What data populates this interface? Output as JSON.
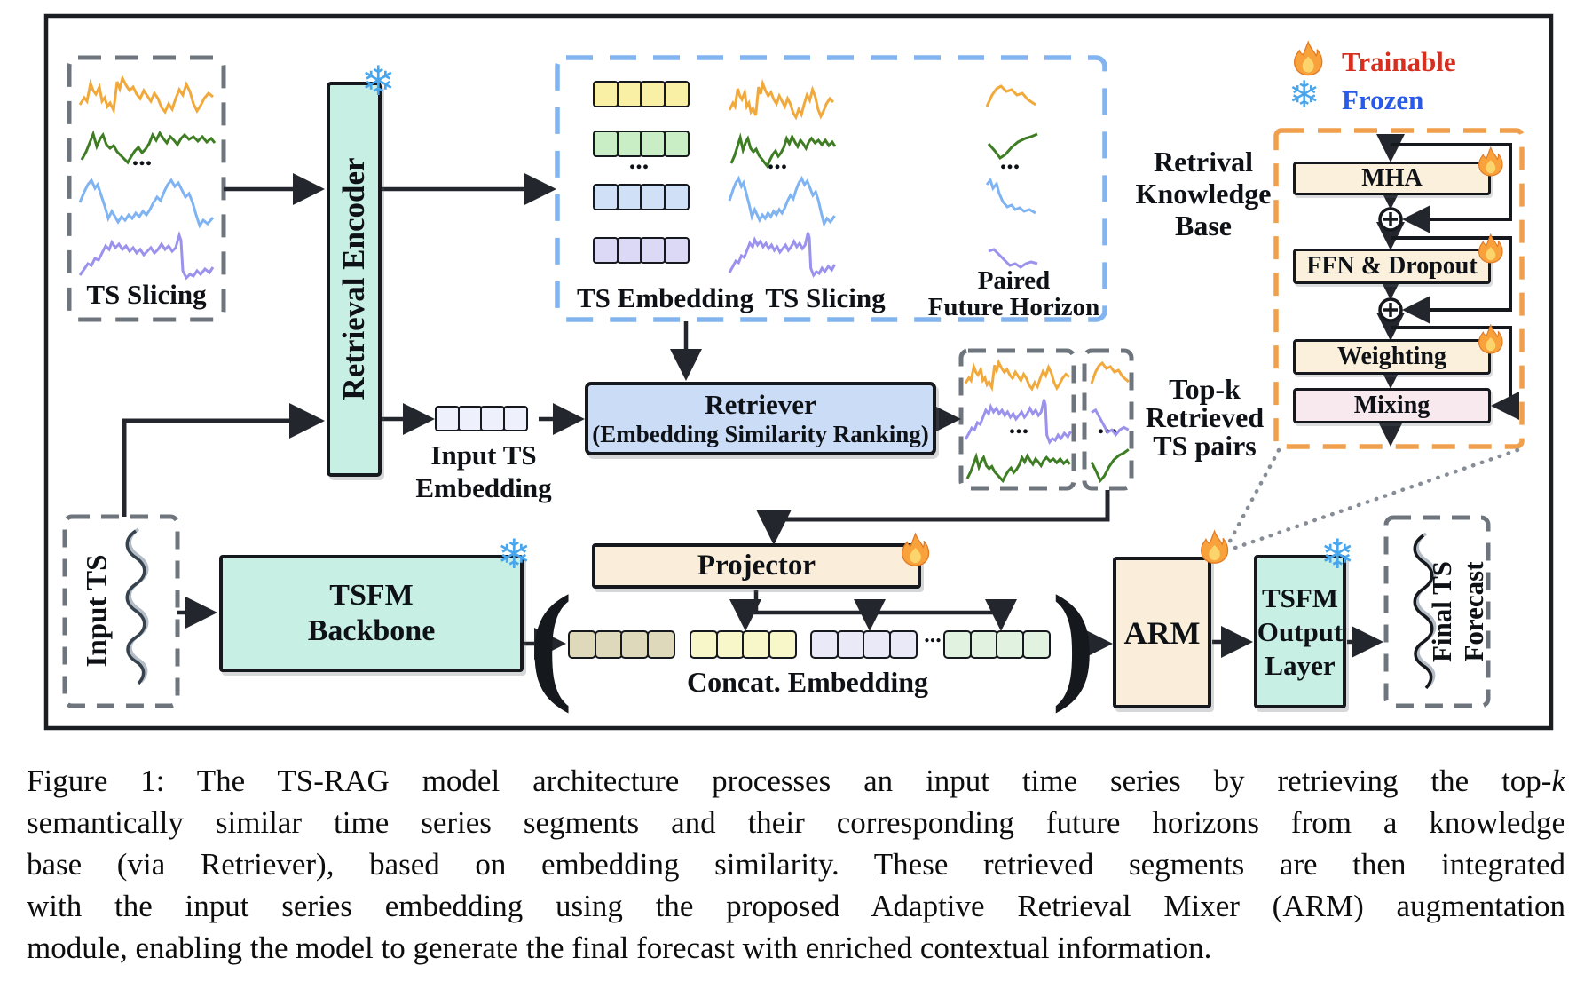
{
  "legend": {
    "trainable_label": "Trainable",
    "frozen_label": "Frozen"
  },
  "colors": {
    "teal_box": "#c7efe3",
    "retriever_blue": "#cbdcf7",
    "cream_box": "#faeeda",
    "arm_module_cream": "#faf0dc",
    "mixing_pink": "#f7e9ee",
    "blue_dashed_border": "#82b4f0",
    "orange_dashed_border": "#f0a04c",
    "gray_dashed_border": "#6f757d",
    "trainable_red": "#d62e1f",
    "frozen_blue": "#2a5be8",
    "spark_orange": "#f2a93b",
    "spark_green": "#3e7d23",
    "spark_blue": "#7fb3f2",
    "spark_purple": "#9b92ee",
    "cell_yellow": "#faf0a5",
    "cell_green": "#c9eec5",
    "cell_blue": "#cfe0f7",
    "cell_purple": "#dcd9f6",
    "input_cell": "#eef0fb",
    "concat_khaki": "#dfd9bc",
    "concat_yellow": "#f7f7c9",
    "concat_lavender": "#e9e9f7",
    "concat_green": "#e2f2e0"
  },
  "diagram": {
    "ts_slicing_label": "TS Slicing",
    "retrieval_encoder_label": "Retrieval Encoder",
    "kb": {
      "ts_embedding_label": "TS Embedding",
      "ts_slicing_label": "TS Slicing",
      "paired_line1": "Paired",
      "paired_line2": "Future Horizon",
      "title_line1": "Retrival",
      "title_line2": "Knowledge",
      "title_line3": "Base"
    },
    "input_embedding_line1": "Input TS",
    "input_embedding_line2": "Embedding",
    "retriever_title": "Retriever",
    "retriever_subtitle": "(Embedding Similarity Ranking)",
    "topk_line1": "Top-k",
    "topk_line2": "Retrieved",
    "topk_line3": "TS pairs",
    "ellipsis": "...",
    "input_ts_label": "Input TS",
    "tsfm_line1": "TSFM",
    "tsfm_line2": "Backbone",
    "projector_label": "Projector",
    "paren_open": "(",
    "paren_close": ")",
    "concat_label": "Concat. Embedding",
    "arm_label": "ARM",
    "output_line1": "TSFM",
    "output_line2": "Output",
    "output_line3": "Layer",
    "final_line1": "Final TS",
    "final_line2": "Forecast",
    "arm_detail": {
      "mha": "MHA",
      "ffn": "FFN & Dropout",
      "weighting": "Weighting",
      "mixing": "Mixing"
    }
  },
  "caption": {
    "line1_main": "Figure 1: The TS-RAG model architecture processes an input time series by retrieving the top-",
    "line1_k": "k",
    "line2": "semantically similar time series segments and their corresponding future horizons from a knowledge",
    "line3": "base (via Retriever), based on embedding similarity. These retrieved segments are then integrated",
    "line4": "with the input series embedding using the proposed Adaptive Retrieval Mixer (ARM) augmentation",
    "line5": "module, enabling the model to generate the final forecast with enriched contextual information."
  }
}
